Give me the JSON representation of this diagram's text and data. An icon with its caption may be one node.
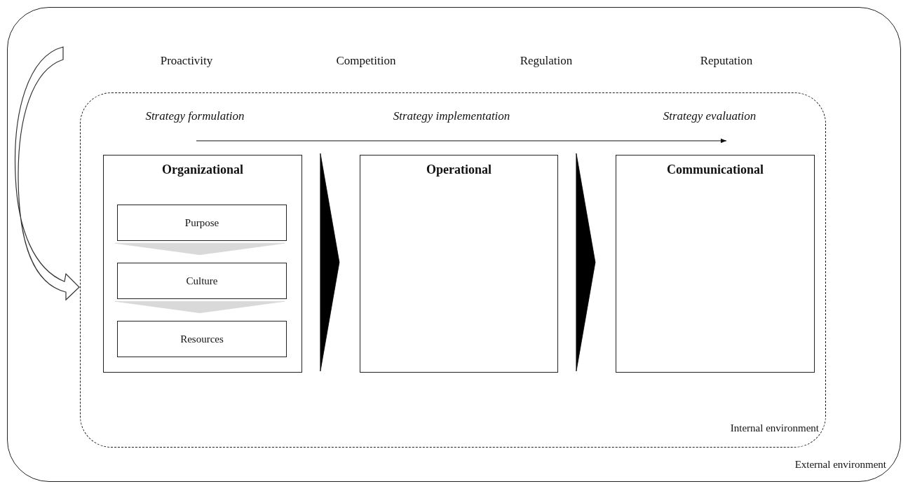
{
  "diagram": {
    "nodes": [
      {
        "text": [
          "External environment"
        ]
      },
      {
        "text": [
          "Internal environment"
        ],
        "in": 0
      },
      {
        "text": [
          "Organizational"
        ],
        "in": 1
      },
      {
        "text": [
          "Purpose"
        ],
        "in": 2
      },
      {
        "text": [
          "Culture"
        ],
        "in": 2
      },
      {
        "text": [
          "Resources"
        ],
        "in": 2
      },
      {
        "text": [
          "Operational"
        ],
        "in": 1
      },
      {
        "text": [
          "Communicational"
        ],
        "in": 1
      }
    ],
    "edges": [
      {
        "from": null,
        "to": 1,
        "arrow": "to",
        "style": "thick"
      },
      {
        "from": 2,
        "to": 6,
        "arrow": "to"
      },
      {
        "from": 6,
        "to": 7,
        "arrow": "to"
      },
      {
        "from": 3,
        "to": 4,
        "arrow": "to",
        "color": "#d9d9d9"
      },
      {
        "from": 4,
        "to": 5,
        "arrow": "to",
        "color": "#d9d9d9"
      }
    ],
    "labels": [
      "Proactivity",
      "Competition",
      "Regulation",
      "Reputation",
      "Strategy formulation",
      "Strategy implementation",
      "Strategy evaluation"
    ]
  }
}
